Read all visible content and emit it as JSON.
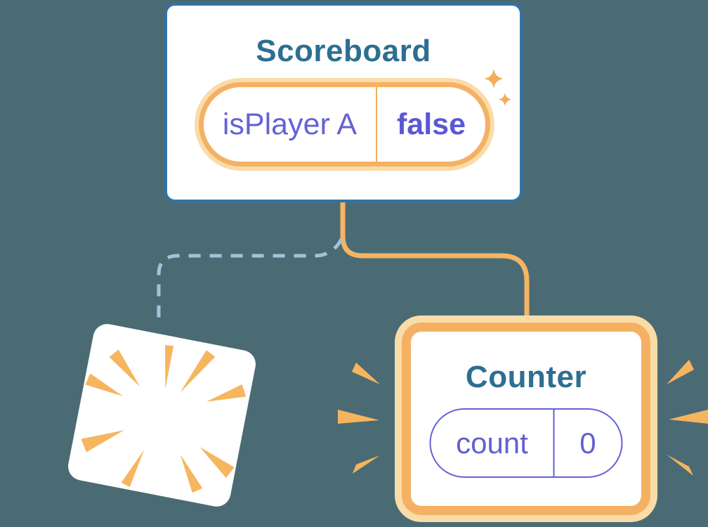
{
  "diagram": {
    "description": "component state tree diagram",
    "scoreboard": {
      "title": "Scoreboard",
      "state_pill": {
        "key": "isPlayer A",
        "value": "false"
      }
    },
    "counter": {
      "title": "Counter",
      "state_pill": {
        "key": "count",
        "value": "0"
      }
    },
    "connections": {
      "scoreboard_to_counter": "solid-orange",
      "scoreboard_to_destroyed": "dashed-blue"
    },
    "icons": {
      "sparkles": "sparkle-icon",
      "burst": "burst-icon",
      "emphasis_left": "emphasis-marks-left-icon",
      "emphasis_right": "emphasis-marks-right-icon"
    },
    "colors": {
      "background": "#4B6B74",
      "card_border_blue": "#2F74A8",
      "title_teal": "#2D6E91",
      "state_purple": "#6562D6",
      "orange": "#F5B163",
      "orange_halo": "#FADCA9",
      "dashed_blue": "#A4C2DA",
      "spark_orange": "#F4AD58"
    }
  }
}
